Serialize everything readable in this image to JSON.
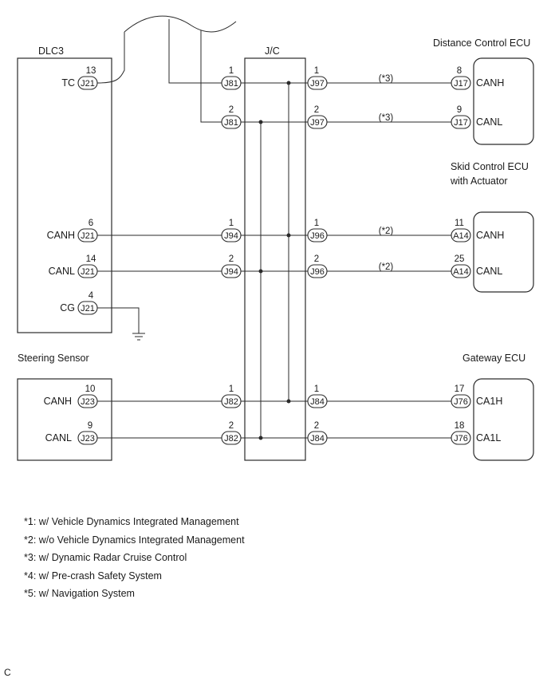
{
  "components": {
    "dlc3": "DLC3",
    "jc": "J/C",
    "distance_ecu": "Distance Control ECU",
    "skid_ecu_line1": "Skid Control ECU",
    "skid_ecu_line2": "with Actuator",
    "steering_sensor": "Steering Sensor",
    "gateway_ecu": "Gateway ECU"
  },
  "dlc3_pins": [
    {
      "label": "TC",
      "pin": "13",
      "conn": "J21"
    },
    {
      "label": "CANH",
      "pin": "6",
      "conn": "J21"
    },
    {
      "label": "CANL",
      "pin": "14",
      "conn": "J21"
    },
    {
      "label": "CG",
      "pin": "4",
      "conn": "J21"
    }
  ],
  "steering_pins": [
    {
      "label": "CANH",
      "pin": "10",
      "conn": "J23"
    },
    {
      "label": "CANL",
      "pin": "9",
      "conn": "J23"
    }
  ],
  "jc_left": [
    {
      "conn": "J81",
      "pin": "1"
    },
    {
      "conn": "J81",
      "pin": "2"
    },
    {
      "conn": "J94",
      "pin": "1"
    },
    {
      "conn": "J94",
      "pin": "2"
    },
    {
      "conn": "J82",
      "pin": "1"
    },
    {
      "conn": "J82",
      "pin": "2"
    }
  ],
  "jc_right": [
    {
      "conn": "J97",
      "pin": "1"
    },
    {
      "conn": "J97",
      "pin": "2"
    },
    {
      "conn": "J96",
      "pin": "1"
    },
    {
      "conn": "J96",
      "pin": "2"
    },
    {
      "conn": "J84",
      "pin": "1"
    },
    {
      "conn": "J84",
      "pin": "2"
    }
  ],
  "right_pins": [
    {
      "label": "CANH",
      "pin": "8",
      "conn": "J17",
      "note": "(*3)"
    },
    {
      "label": "CANL",
      "pin": "9",
      "conn": "J17",
      "note": "(*3)"
    },
    {
      "label": "CANH",
      "pin": "11",
      "conn": "A14",
      "note": "(*2)"
    },
    {
      "label": "CANL",
      "pin": "25",
      "conn": "A14",
      "note": "(*2)"
    },
    {
      "label": "CA1H",
      "pin": "17",
      "conn": "J76",
      "note": ""
    },
    {
      "label": "CA1L",
      "pin": "18",
      "conn": "J76",
      "note": ""
    }
  ],
  "notes": [
    "*1: w/ Vehicle Dynamics Integrated Management",
    "*2: w/o Vehicle Dynamics Integrated Management",
    "*3: w/ Dynamic Radar Cruise Control",
    "*4: w/ Pre-crash Safety System",
    "*5: w/ Navigation System"
  ],
  "corner_mark": "C"
}
